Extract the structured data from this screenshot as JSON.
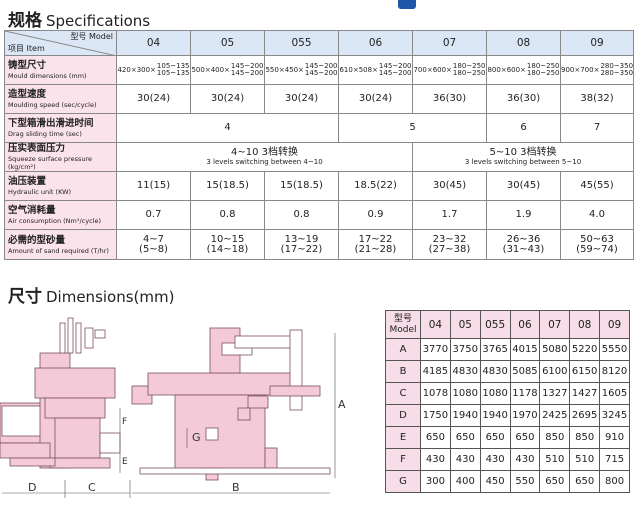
{
  "spec_title": {
    "zh": "规格",
    "en": "Specifications"
  },
  "spec_header": {
    "model_label": "型号 Model",
    "item_label": "项目 Item",
    "models": [
      "04",
      "05",
      "055",
      "06",
      "07",
      "08",
      "09"
    ]
  },
  "spec_rows": [
    {
      "zh": "铸型尺寸",
      "en": "Mould dimensions (mm)",
      "cells": [
        {
          "base": "420×300×",
          "a": "105~135",
          "b": "105~135"
        },
        {
          "base": "500×400×",
          "a": "145~200",
          "b": "145~200"
        },
        {
          "base": "550×450×",
          "a": "145~200",
          "b": "145~200"
        },
        {
          "base": "610×508×",
          "a": "145~200",
          "b": "145~200"
        },
        {
          "base": "700×600×",
          "a": "180~250",
          "b": "180~250"
        },
        {
          "base": "800×600×",
          "a": "180~250",
          "b": "180~250"
        },
        {
          "base": "900×700×",
          "a": "280~350",
          "b": "280~350"
        }
      ]
    },
    {
      "zh": "造型速度",
      "en": "Moulding speed (sec/cycle)",
      "cells": [
        "30(24)",
        "30(24)",
        "30(24)",
        "30(24)",
        "36(30)",
        "36(30)",
        "38(32)"
      ]
    },
    {
      "zh": "下型箱滑出滑进时间",
      "en": "Drag sliding time (sec)",
      "cells": [
        "4",
        "5",
        "6",
        "7"
      ]
    },
    {
      "zh": "压实表面压力",
      "en": "Squeeze surface pressure (kg/cm²)",
      "cells": [
        {
          "a": "4~10  3档转换",
          "b": "3 levels switching between 4~10"
        },
        {
          "a": "5~10  3档转换",
          "b": "3 levels switching between 5~10"
        }
      ]
    },
    {
      "zh": "油压装置",
      "en": "Hydraulic unit (KW)",
      "cells": [
        "11(15)",
        "15(18.5)",
        "15(18.5)",
        "18.5(22)",
        "30(45)",
        "30(45)",
        "45(55)"
      ]
    },
    {
      "zh": "空气消耗量",
      "en": "Air consumption (Nm³/cycle)",
      "cells": [
        "0.7",
        "0.8",
        "0.8",
        "0.9",
        "1.7",
        "1.9",
        "4.0"
      ]
    },
    {
      "zh": "必需的型砂量",
      "en": "Amount of sand required (T/hr)",
      "cells": [
        {
          "a": "4~7",
          "b": "(5~8)"
        },
        {
          "a": "10~15",
          "b": "(14~18)"
        },
        {
          "a": "13~19",
          "b": "(17~22)"
        },
        {
          "a": "17~22",
          "b": "(21~28)"
        },
        {
          "a": "23~32",
          "b": "(27~38)"
        },
        {
          "a": "26~36",
          "b": "(31~43)"
        },
        {
          "a": "50~63",
          "b": "(59~74)"
        }
      ]
    }
  ],
  "dim_title": {
    "zh": "尺寸",
    "en": "Dimensions(mm)"
  },
  "dim_header": {
    "zh": "型号",
    "en": "Model",
    "models": [
      "04",
      "05",
      "055",
      "06",
      "07",
      "08",
      "09"
    ]
  },
  "dim_rows": [
    {
      "label": "A",
      "values": [
        "3770",
        "3750",
        "3765",
        "4015",
        "5080",
        "5220",
        "5550"
      ]
    },
    {
      "label": "B",
      "values": [
        "4185",
        "4830",
        "4830",
        "5085",
        "6100",
        "6150",
        "8120"
      ]
    },
    {
      "label": "C",
      "values": [
        "1078",
        "1080",
        "1080",
        "1178",
        "1327",
        "1427",
        "1605"
      ]
    },
    {
      "label": "D",
      "values": [
        "1750",
        "1940",
        "1940",
        "1970",
        "2425",
        "2695",
        "3245"
      ]
    },
    {
      "label": "E",
      "values": [
        "650",
        "650",
        "650",
        "650",
        "850",
        "850",
        "910"
      ]
    },
    {
      "label": "F",
      "values": [
        "430",
        "430",
        "430",
        "430",
        "510",
        "510",
        "715"
      ]
    },
    {
      "label": "G",
      "values": [
        "300",
        "400",
        "450",
        "550",
        "650",
        "650",
        "800"
      ]
    }
  ],
  "drawing_labels": {
    "A": "A",
    "B": "B",
    "C": "C",
    "D": "D",
    "E": "E",
    "F": "F",
    "G": "G"
  },
  "colors": {
    "accent_blue": "#1e56a8",
    "machine_pink": "#f4c9d8",
    "label_pink": "#fbe3ec",
    "header_blue": "#dce7f5"
  }
}
